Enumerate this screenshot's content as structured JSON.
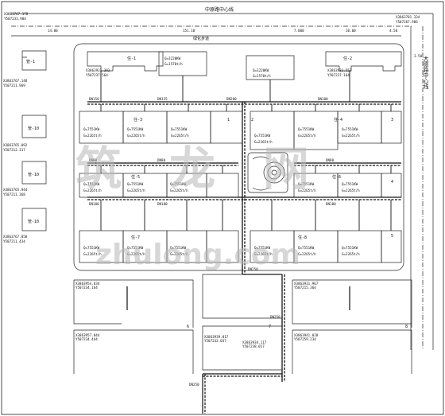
{
  "road_top": "中原路中心线",
  "road_right": "大德路中心线",
  "corner_tl": [
    "X3863767.178",
    "Y507233.984"
  ],
  "corner_tr": [
    "X3863781.334",
    "Y507267.986"
  ],
  "dims_top": [
    "14.00",
    "151.10",
    "7.000",
    "10.00",
    "4.50"
  ],
  "dim_right": "3.50",
  "school_label": "绿化步道",
  "left_labels": [
    "管-1",
    "管-10",
    "管-10",
    "管-10"
  ],
  "left_coords": [
    [
      "X3863767.148",
      "Y507211.969"
    ],
    [
      "X3863765.092",
      "Y507212.317"
    ],
    [
      "X3863765.944",
      "Y507211.368"
    ],
    [
      "X3863767.858",
      "Y507211.434"
    ]
  ],
  "bldg_labels": [
    "住-1",
    "住-2",
    "住-3",
    "住-4",
    "住-5",
    "住-6",
    "住-7",
    "住-8"
  ],
  "q_row_a": [
    "Q=7551KW",
    "Q=7551KW",
    "Q=7551KW",
    "Q=7551KW"
  ],
  "g_row_a": [
    "G=2265t/h",
    "G=2265t/h",
    "G=2265t/h",
    "G=2265t/h"
  ],
  "top_q": [
    "Q=3220KW",
    "Q=3220KW"
  ],
  "top_g": [
    "G=1570t/h",
    "G=1570t/h"
  ],
  "lot_coords": [
    [
      "X3863931.392",
      "Y507237.564"
    ],
    [
      "X3863932.557",
      "Y507237.164"
    ],
    [
      "X3863954.834",
      "Y507234.164"
    ],
    [
      "X3863931.967",
      "Y507215.364"
    ],
    [
      "X3863957.844",
      "Y507234.444"
    ],
    [
      "X3863939.817",
      "Y507232.037"
    ],
    [
      "X3863934.117",
      "Y507238.017"
    ],
    [
      "X3863941.028",
      "Y507259.234"
    ]
  ],
  "pipe_tags": [
    "DN150",
    "DN125",
    "DN100",
    "DN80",
    "DN200",
    "DN250"
  ],
  "watermark_cn": "筑龙网",
  "watermark_en": "zhulong.com",
  "num_marks": [
    "2",
    "1",
    "3",
    "4",
    "5",
    "6",
    "7",
    "8"
  ]
}
